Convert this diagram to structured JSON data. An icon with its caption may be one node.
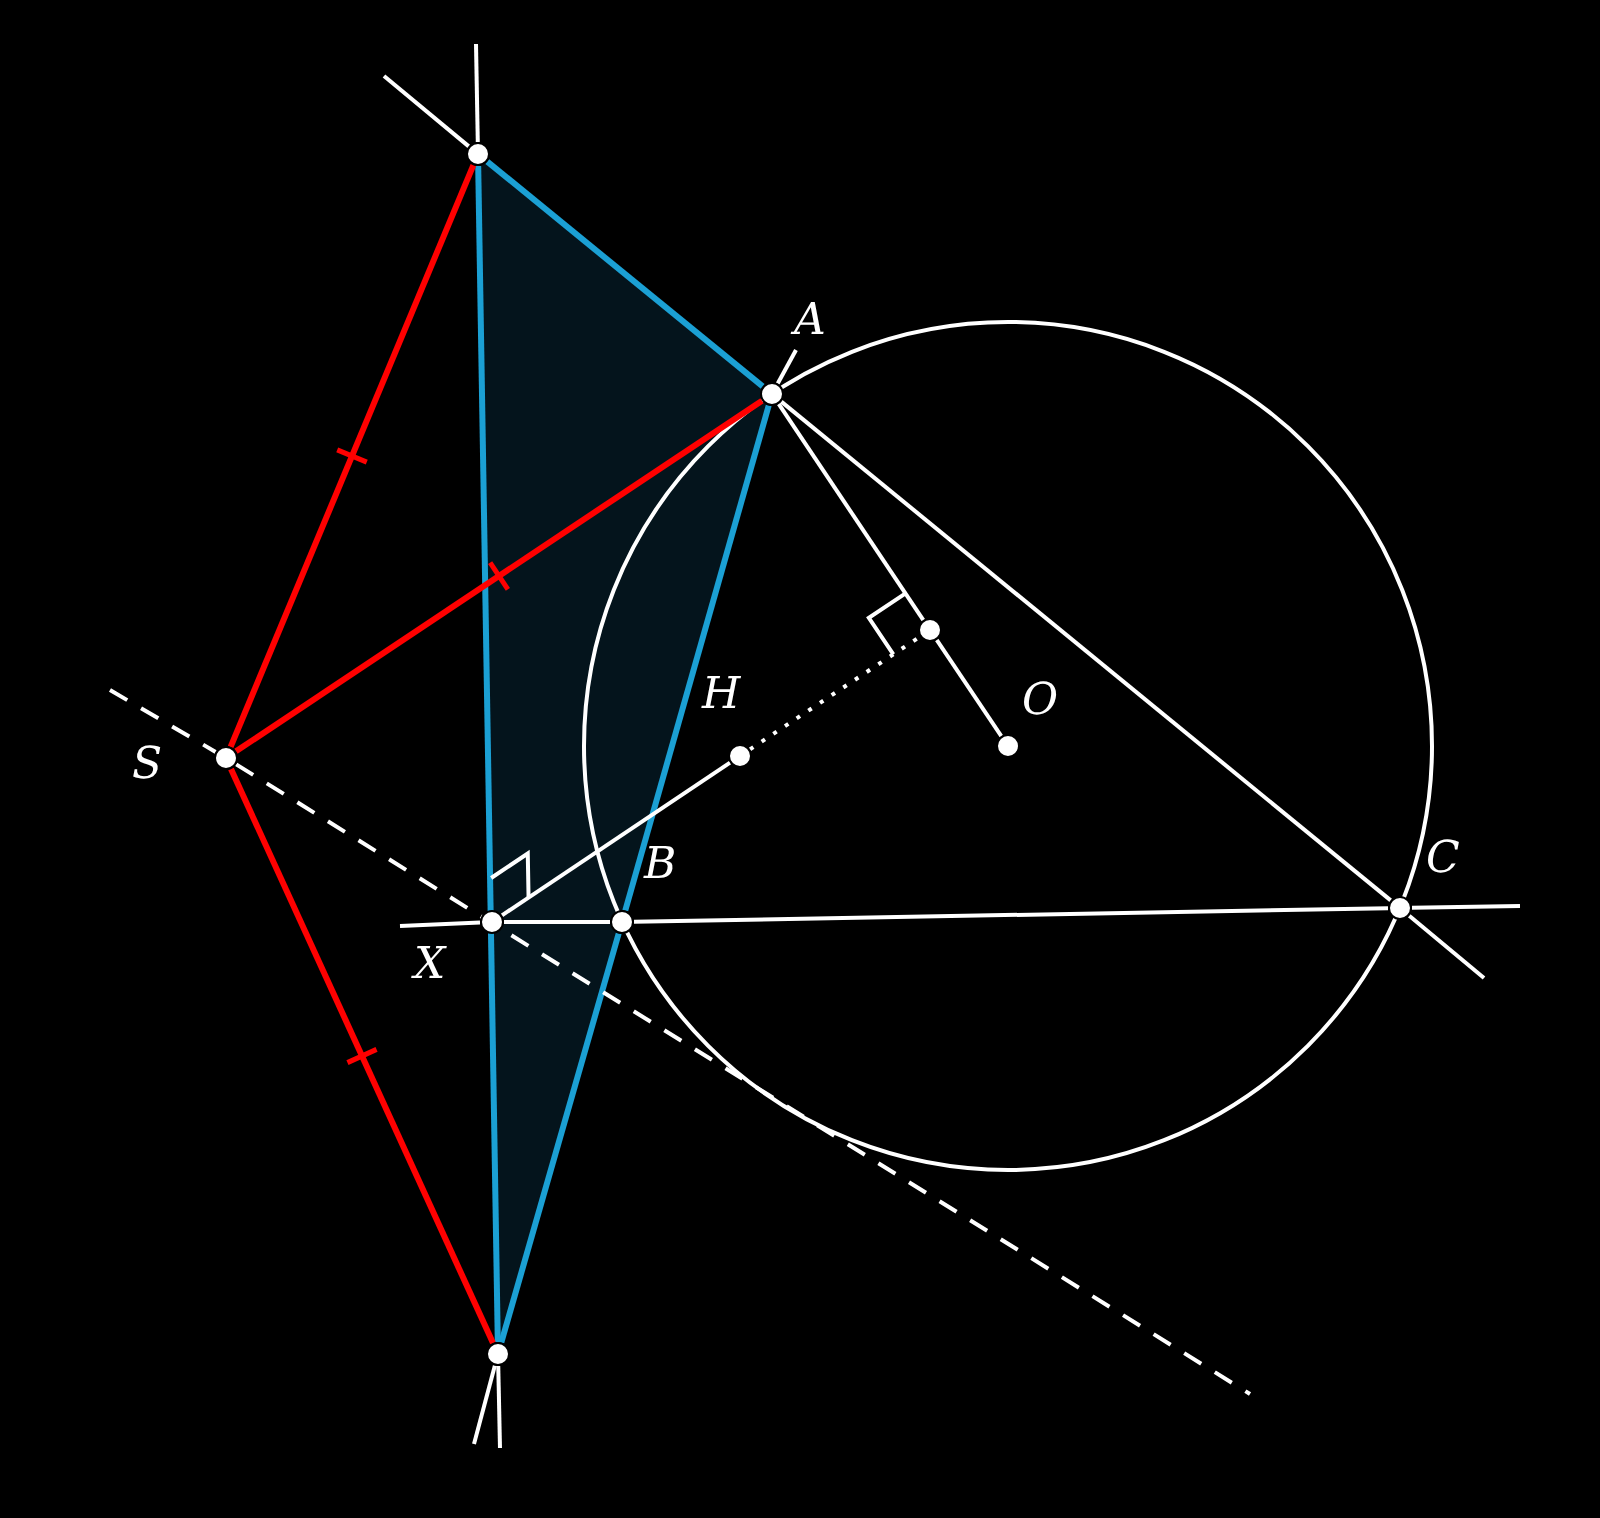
{
  "diagram": {
    "nodes": [
      {
        "text": [],
        "shape": "circle"
      },
      {
        "text": [
          "A"
        ]
      },
      {
        "text": [],
        "shape": "circle"
      },
      {
        "text": [
          "O"
        ]
      },
      {
        "text": [
          "H"
        ]
      },
      {
        "text": [
          "S"
        ]
      },
      {
        "text": [
          "X"
        ]
      },
      {
        "text": [
          "B"
        ]
      },
      {
        "text": [
          "C"
        ]
      },
      {
        "text": [],
        "shape": "circle"
      }
    ],
    "edges": [
      {
        "from": 0,
        "to": 1,
        "arrow": "none",
        "color": "#1ba0d4"
      },
      {
        "from": 0,
        "to": 9,
        "arrow": "none",
        "color": "#1ba0d4"
      },
      {
        "from": 1,
        "to": 7,
        "arrow": "none",
        "color": "#1ba0d4"
      },
      {
        "from": 7,
        "to": 9,
        "arrow": "none",
        "color": "#1ba0d4"
      },
      {
        "from": 0,
        "to": 5,
        "arrow": "none",
        "color": "#ff0000"
      },
      {
        "from": 5,
        "to": 1,
        "arrow": "none",
        "color": "#ff0000"
      },
      {
        "from": 5,
        "to": 9,
        "arrow": "none",
        "color": "#ff0000"
      },
      {
        "from": 1,
        "to": 2,
        "arrow": "none"
      },
      {
        "from": 2,
        "to": 3,
        "arrow": "none"
      },
      {
        "from": 1,
        "to": 8,
        "arrow": "none"
      },
      {
        "from": 6,
        "to": 7,
        "arrow": "none"
      },
      {
        "from": 7,
        "to": 8,
        "arrow": "none"
      },
      {
        "from": 6,
        "to": 4,
        "arrow": "none"
      },
      {
        "from": 4,
        "to": 2,
        "arrow": "none",
        "style": "dashed"
      },
      {
        "from": null,
        "to": 5,
        "arrow": "none",
        "style": "dashed"
      },
      {
        "from": 5,
        "to": null,
        "arrow": "none",
        "style": "dashed"
      },
      {
        "from": 0,
        "to": null,
        "arrow": "none"
      },
      {
        "from": 0,
        "to": null,
        "arrow": "none"
      },
      {
        "from": 1,
        "to": null,
        "arrow": "none"
      },
      {
        "from": 8,
        "to": null,
        "arrow": "none"
      },
      {
        "from": 8,
        "to": null,
        "arrow": "none"
      },
      {
        "from": 6,
        "to": null,
        "arrow": "none"
      },
      {
        "from": 9,
        "to": null,
        "arrow": "none"
      },
      {
        "from": 9,
        "to": null,
        "arrow": "none"
      }
    ]
  }
}
